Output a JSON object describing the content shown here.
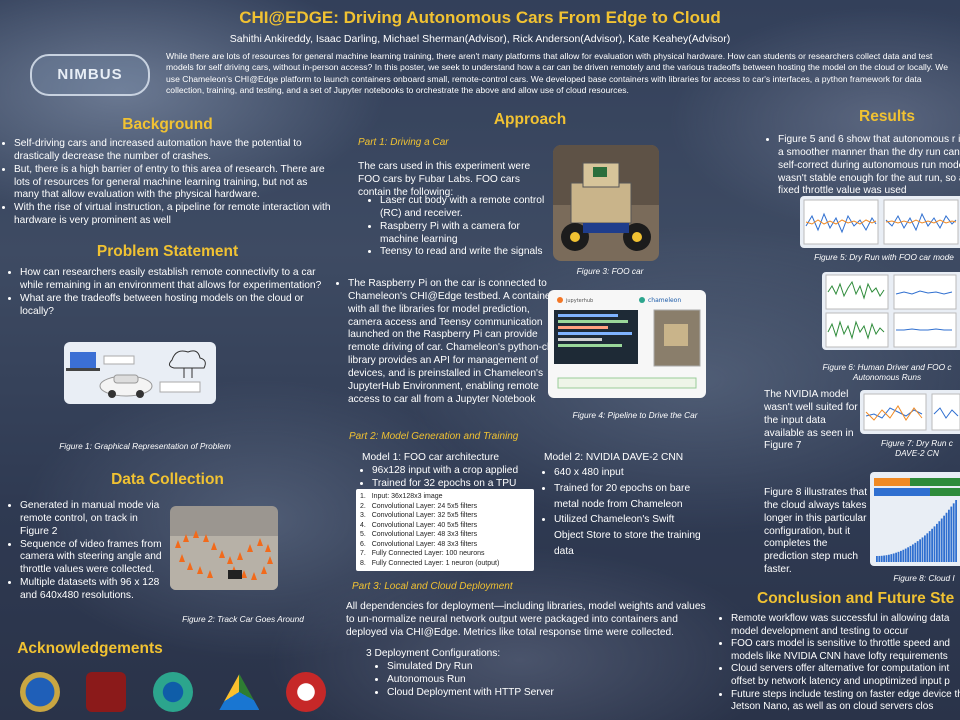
{
  "header": {
    "title": "CHI@EDGE: Driving Autonomous Cars From Edge to Cloud",
    "authors": "Sahithi Ankireddy, Isaac Darling, Michael Sherman(Advisor), Rick Anderson(Advisor), Kate Keahey(Advisor)",
    "abstract": "While there are lots of resources for general machine learning training, there aren't many platforms that allow for evaluation with physical hardware. How can students or researchers collect data and test models for self driving cars, without in-person access? In this poster, we seek to understand how a car can be driven remotely and the various tradeoffs between hosting the model on the cloud or locally. We use Chameleon's CHI@Edge platform to launch containers onboard small, remote-control cars. We developed base containers with libraries for access to car's interfaces, a python framework for data collection, training, and testing, and a set of Jupyter notebooks to orchestrate the above and allow use of cloud resources.",
    "logo": "NIMBUS"
  },
  "background": {
    "heading": "Background",
    "items": [
      "Self-driving cars and increased automation have the potential to drastically decrease the number of crashes.",
      "But, there is a high barrier of entry to this area of research. There are lots of resources for general machine learning training, but not as many that allow evaluation with the physical hardware.",
      "With the rise of virtual instruction, a pipeline for remote interaction with hardware is very prominent as well"
    ]
  },
  "problem": {
    "heading": "Problem Statement",
    "items": [
      "How can researchers easily establish remote connectivity to a car while remaining in an environment that allows for experimentation?",
      "What are the tradeoffs between hosting models on the cloud or locally?"
    ],
    "fig_caption": "Figure 1: Graphical Representation of Problem"
  },
  "data_collection": {
    "heading": "Data Collection",
    "items": [
      "Generated in manual mode via remote control, on track in Figure 2",
      "Sequence of video frames from camera with steering angle and throttle values were collected.",
      "Multiple datasets with 96 x 128 and 640x480 resolutions."
    ],
    "fig_caption": "Figure 2: Track Car Goes Around"
  },
  "acknowledgements": {
    "heading": "Acknowledgements"
  },
  "approach": {
    "heading": "Approach",
    "part1_title": "Part 1: Driving a Car",
    "part1_intro": "The cars used in this experiment were FOO cars by Fubar Labs.  FOO cars contain the following:",
    "part1_items": [
      "Laser cut body with a remote control (RC) and receiver.",
      "Raspberry Pi with a camera for machine learning",
      "Teensy to read and write the signals"
    ],
    "fig3_caption": "Figure 3: FOO car",
    "pi_text": "The Raspberry Pi on the car is connected to Chameleon's CHI@Edge testbed.  A container with all the libraries for model prediction, camera access and Teensy communication launched on the Raspberry Pi can provide remote driving of car. Chameleon's python-chi library provides an API for management of devices, and is preinstalled in Chameleon's JupyterHub Environment, enabling remote access to car all from a Jupyter Notebook",
    "fig4_caption": "Figure 4: Pipeline to Drive the Car",
    "fig4_jupyter": "jupyterhub",
    "fig4_chameleon": "chameleon",
    "part2_title": "Part 2: Model Generation and Training",
    "model1_title": "Model 1: FOO car architecture",
    "model1_items": [
      "96x128 input with a crop applied",
      "Trained for 32 epochs on a TPU"
    ],
    "arch_layers": [
      "Input: 36x128x3 image",
      "Convolutional Layer: 24 5x5 filters",
      "Convolutional Layer: 32 5x5 filters",
      "Convolutional Layer: 40 5x5 filters",
      "Convolutional Layer: 48 3x3 filters",
      "Convolutional Layer: 48 3x3 filters",
      "Fully Connected Layer: 100 neurons",
      "Fully Connected Layer: 1 neuron (output)"
    ],
    "model2_title": "Model 2: NVIDIA DAVE-2 CNN",
    "model2_items": [
      "640 x 480 input",
      "Trained for 20 epochs on bare metal node from Chameleon",
      "Utilized Chameleon's Swift Object Store to store the training data"
    ],
    "part3_title": "Part 3: Local and Cloud Deployment",
    "part3_text": "All dependencies for deployment—including libraries, model weights and values to un-normalize neural network output were packaged into containers and deployed via CHI@Edge. Metrics like total response time were collected.",
    "deploy_title": "3 Deployment Configurations:",
    "deploy_items": [
      "Simulated Dry Run",
      "Autonomous Run",
      "Cloud Deployment with HTTP Server"
    ]
  },
  "results": {
    "heading": "Results",
    "intro": "Figure 5 and 6 show that autonomous r in a smoother manner than the dry run can self-correct during autonomous run model  wasn't stable enough for the aut run, so a fixed throttle value was used",
    "fig5_caption": "Figure 5: Dry Run with FOO car mode",
    "fig6_caption": "Figure 6: Human Driver and FOO c Autonomous Runs",
    "nvidia_text": "The NVIDIA model wasn't well suited for the input data available as seen in Figure 7",
    "fig7_caption": "Figure 7:  Dry Run c DAVE-2 CN",
    "fig8_text": "Figure 8 illustrates that the cloud always takes longer in this particular configuration, but it completes the prediction step much faster.",
    "fig8_caption": "Figure 8: Cloud I"
  },
  "conclusion": {
    "heading": "Conclusion and Future Ste",
    "items": [
      "Remote workflow was successful in allowing data model development and testing to occur",
      "FOO cars model is sensitive to throttle speed and models like NVIDIA CNN have lofty requirements",
      "Cloud servers offer alternative for computation int offset by network latency and unoptimized input p",
      "Future steps include testing on faster edge device the Jetson Nano, as well as on cloud servers clos"
    ]
  }
}
